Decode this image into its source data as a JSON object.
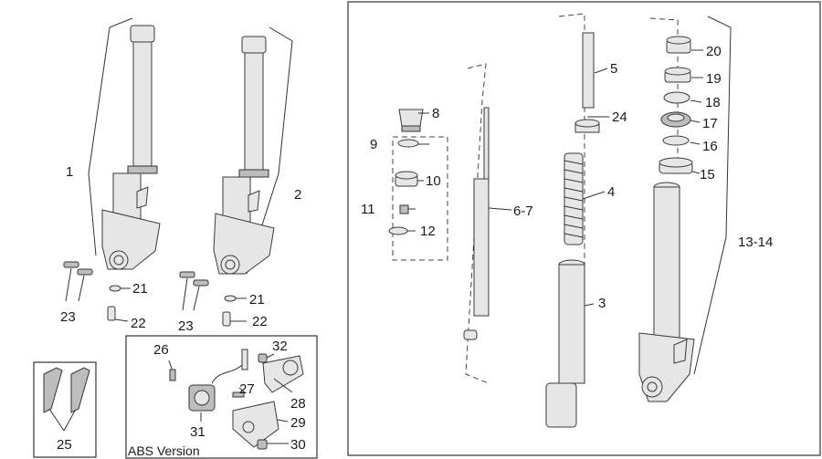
{
  "labels": {
    "l1": "1",
    "l2": "2",
    "l3": "3",
    "l4": "4",
    "l5": "5",
    "l67": "6-7",
    "l8": "8",
    "l9": "9",
    "l10": "10",
    "l11": "11",
    "l12": "12",
    "l1314": "13-14",
    "l15": "15",
    "l16": "16",
    "l17": "17",
    "l18": "18",
    "l19": "19",
    "l20": "20",
    "l21a": "21",
    "l21b": "21",
    "l22a": "22",
    "l22b": "22",
    "l23a": "23",
    "l23b": "23",
    "l24": "24",
    "l25": "25",
    "l26": "26",
    "l27": "27",
    "l28": "28",
    "l29": "29",
    "l30": "30",
    "l31": "31",
    "l32": "32"
  },
  "abs_caption": "ABS Version"
}
